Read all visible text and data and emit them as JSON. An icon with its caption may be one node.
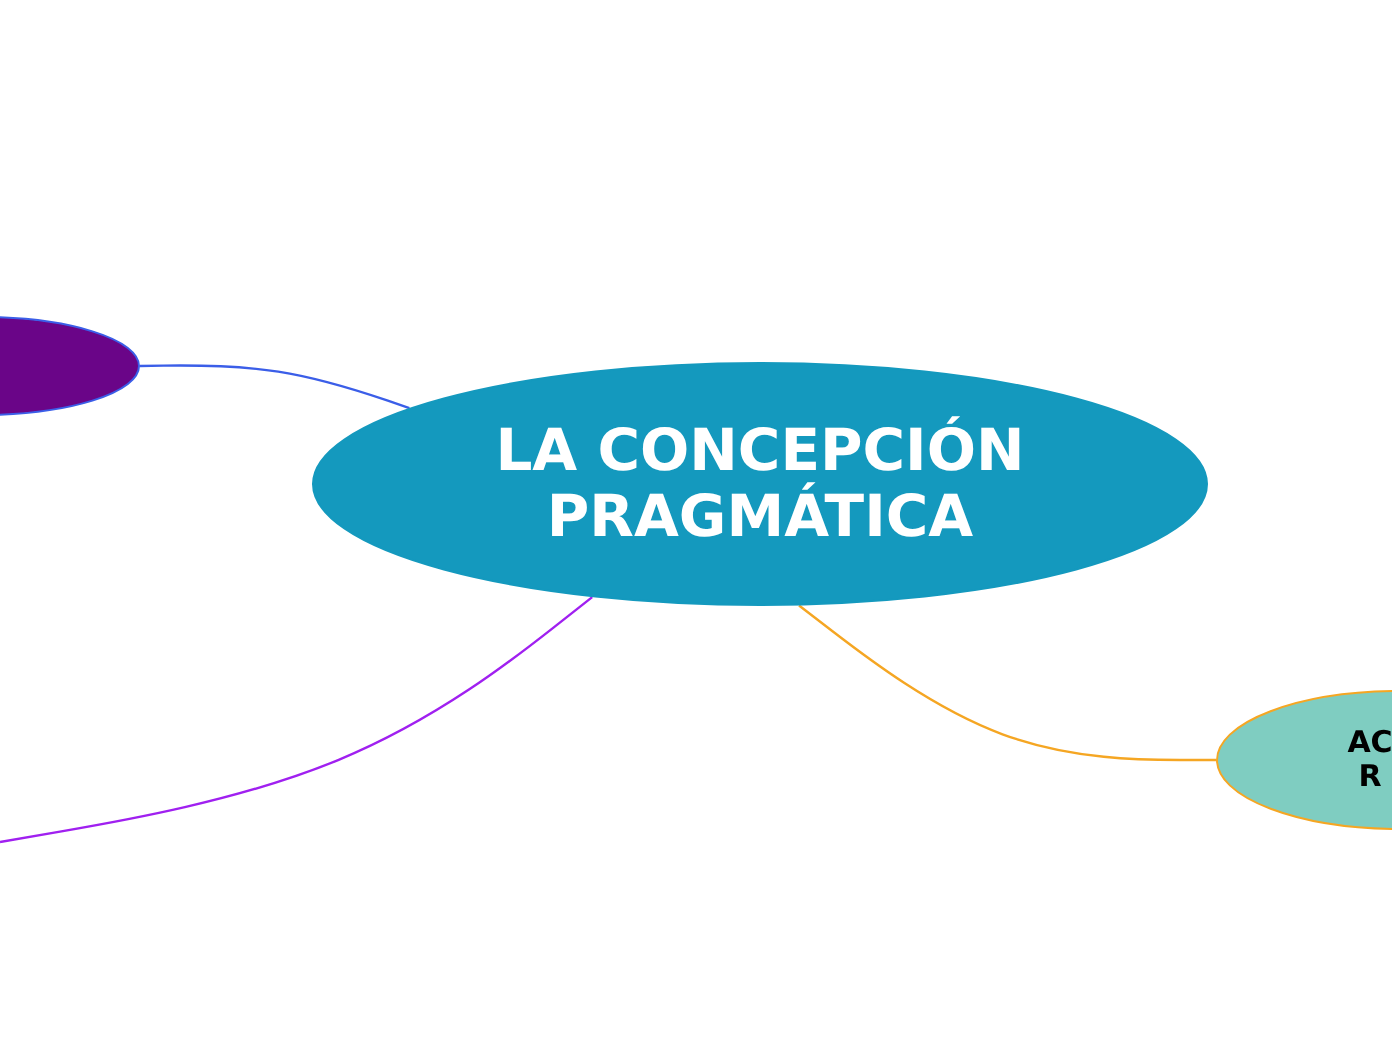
{
  "diagram": {
    "nodes": [
      {
        "text": [
          "LA CONCEPCIÓN PRAGMÁTICA"
        ]
      },
      {
        "text": [],
        "shape": "ellipse"
      },
      {
        "text": [
          "AC R"
        ]
      }
    ],
    "edges": [
      {
        "from": 0,
        "to": 1,
        "arrow": "none",
        "color": "#3b5ee8"
      },
      {
        "from": 0,
        "to": null,
        "arrow": "none",
        "color": "#a020f0"
      },
      {
        "from": 0,
        "to": 2,
        "arrow": "none",
        "color": "#f5a623"
      }
    ]
  }
}
